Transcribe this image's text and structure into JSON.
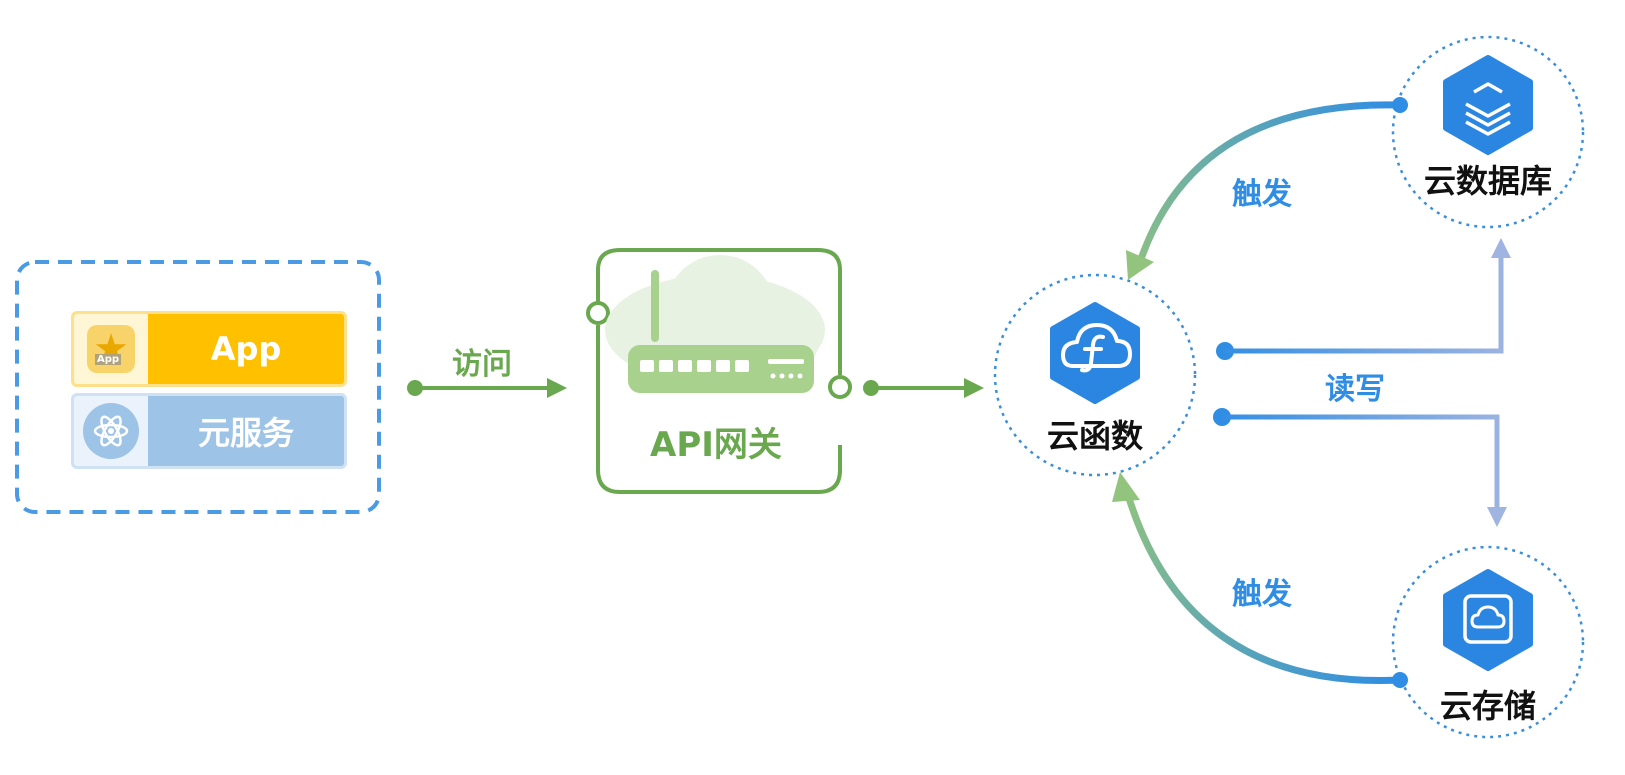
{
  "client": {
    "app_label": "App",
    "app_icon_text": "App",
    "service_label": "元服务"
  },
  "gateway": {
    "title": "API网关",
    "access_label": "访问"
  },
  "nodes": {
    "function": "云函数",
    "database": "云数据库",
    "storage": "云存储"
  },
  "edges": {
    "trigger_top": "触发",
    "trigger_bottom": "触发",
    "read_write": "读写"
  },
  "colors": {
    "blue": "#2f8de4",
    "green": "#6aa84f",
    "gold": "#ffc000",
    "light_blue": "#9dc3e6",
    "hex_blue": "#2b86e2"
  }
}
